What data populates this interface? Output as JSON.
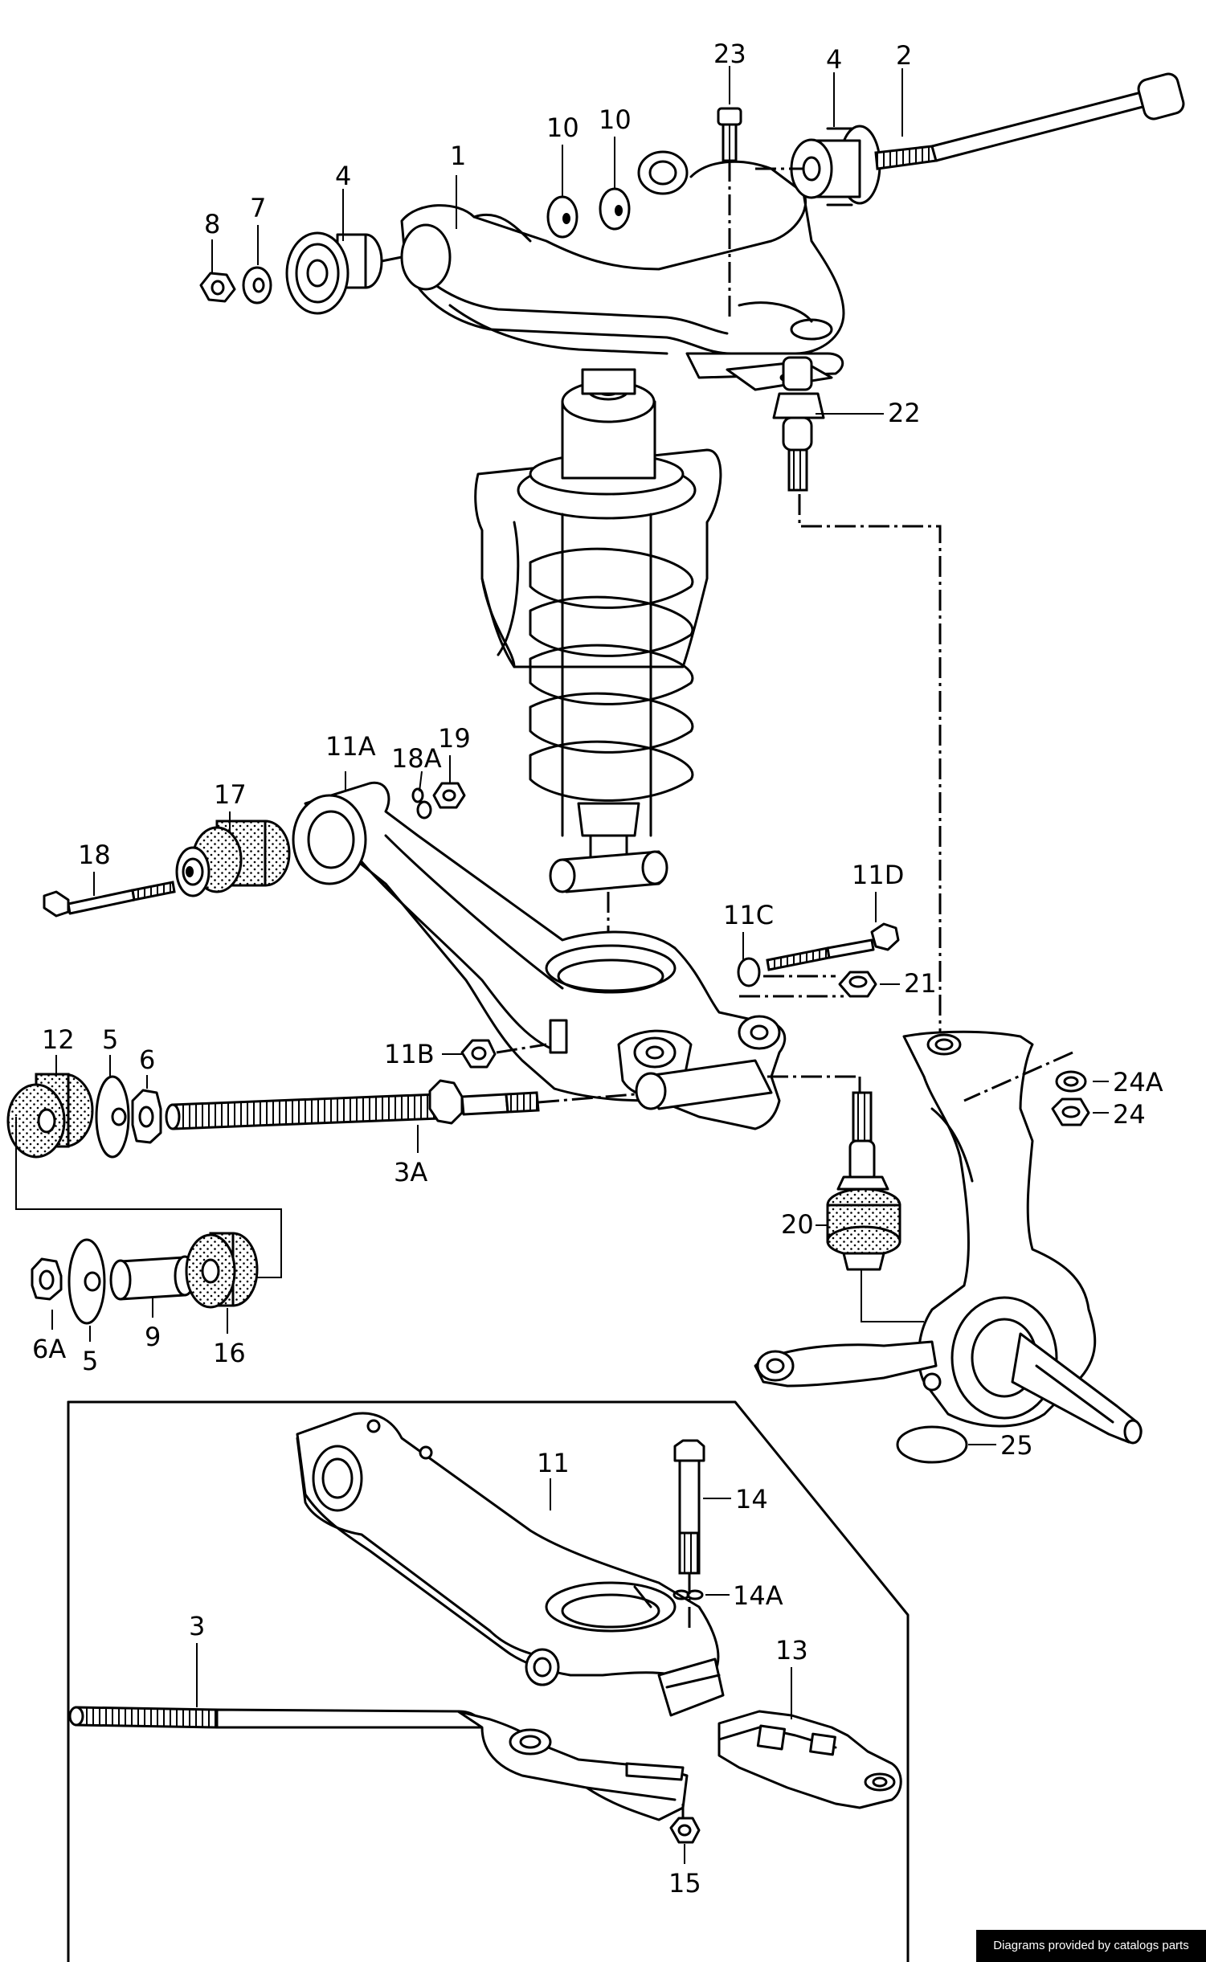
{
  "footer": {
    "credit": "Diagrams provided by catalogs parts"
  },
  "callouts": {
    "c1": "1",
    "c2": "2",
    "c3": "3",
    "c3a": "3A",
    "c4a": "4",
    "c4b": "4",
    "c5a": "5",
    "c5b": "5",
    "c6": "6",
    "c6a": "6A",
    "c7": "7",
    "c8": "8",
    "c9": "9",
    "c10a": "10",
    "c10b": "10",
    "c11": "11",
    "c11a": "11A",
    "c11b": "11B",
    "c11c": "11C",
    "c11d": "11D",
    "c12": "12",
    "c13": "13",
    "c14": "14",
    "c14a": "14A",
    "c15": "15",
    "c16": "16",
    "c17": "17",
    "c18": "18",
    "c18a": "18A",
    "c19": "19",
    "c20": "20",
    "c21": "21",
    "c22": "22",
    "c23": "23",
    "c24": "24",
    "c24a": "24A",
    "c25": "25"
  }
}
